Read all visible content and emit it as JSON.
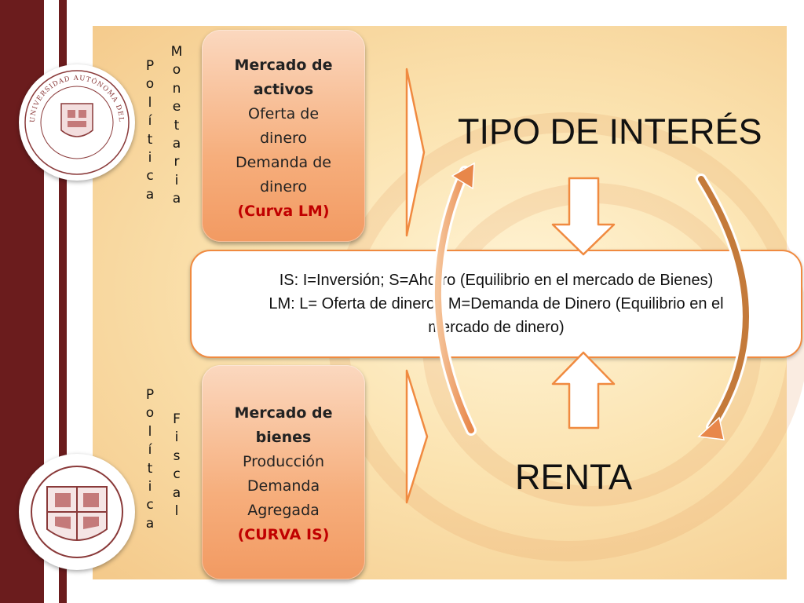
{
  "left_labels": {
    "politica_top": [
      "P",
      "o",
      "l",
      "í",
      "t",
      "i",
      "c",
      "a"
    ],
    "monetaria": [
      "M",
      "o",
      "n",
      "e",
      "t",
      "a",
      "r",
      "i",
      "a"
    ],
    "politica_bottom": [
      "P",
      "o",
      "l",
      "í",
      "t",
      "i",
      "c",
      "a"
    ],
    "fiscal": [
      "F",
      "i",
      "s",
      "c",
      "a",
      "l"
    ]
  },
  "box_top": {
    "title_line1": "Mercado de",
    "title_line2": "activos",
    "line1": "Oferta de",
    "line2": "dinero",
    "line3": "Demanda  de",
    "line4": "dinero",
    "red": "(Curva LM)"
  },
  "box_bottom": {
    "title_line1": "Mercado de",
    "title_line2": "bienes",
    "line1": "Producción",
    "line2": "Demanda",
    "line3": "Agregada",
    "red": "(CURVA IS)"
  },
  "center": {
    "line1": "IS: I=Inversión; S=Ahorro (Equilibrio en el mercado de Bienes)",
    "line2": "LM:   L= Oferta de dinero : M=Demanda de Dinero  (Equilibrio en el",
    "line3": "mercado de dinero)"
  },
  "tipo_interes": "TIPO DE INTERÉS",
  "renta": "RENTA",
  "colors": {
    "maroon": "#6b1c1d",
    "orange": "#f08a40",
    "red_text": "#c00000"
  }
}
